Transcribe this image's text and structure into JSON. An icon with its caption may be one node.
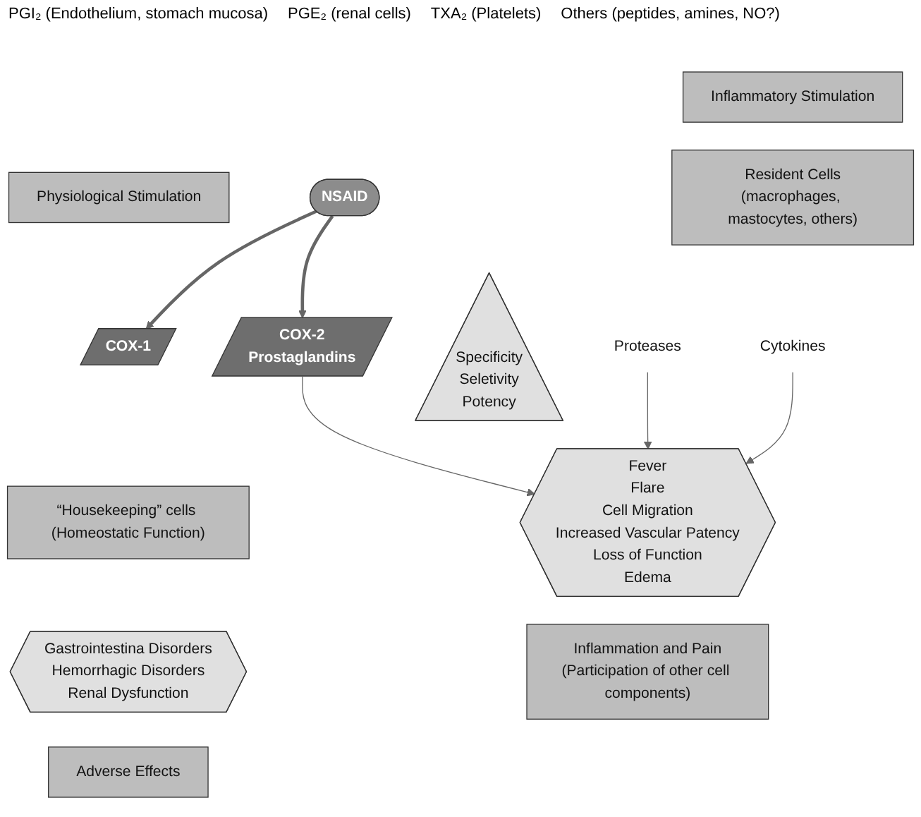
{
  "diagram": {
    "nodes": [
      {
        "text": [
          "Physiological Stimulation"
        ]
      },
      {
        "text": [
          "COX-1"
        ]
      },
      {
        "text": [
          "NSAID"
        ]
      },
      {
        "text": [
          "Inflammatory Stimulation"
        ]
      },
      {
        "text": [
          "Resident Cells",
          "(macrophages, mastocytes, others)"
        ]
      },
      {
        "text": [
          "COX-2",
          "Prostaglandins"
        ]
      },
      {
        "text": [
          "Cytokines"
        ]
      },
      {
        "text": [
          "Proteases"
        ]
      },
      {
        "text": [
          "Specificity",
          "Seletivity",
          "Potency"
        ]
      },
      {
        "text": [
          "“Housekeeping” cells (Homeostatic Function)"
        ]
      },
      {
        "text": [
          "Gastrointestina Disorders",
          "Hemorrhagic Disorders",
          "Renal Dysfunction"
        ]
      },
      {
        "text": [
          "Adverse Effects"
        ]
      },
      {
        "text": [
          "Fever",
          "Flare",
          "Cell Migration",
          "Increased Vascular Patency",
          "Loss of Function",
          "Edema"
        ]
      },
      {
        "text": [
          "Inflammation and Pain",
          "(Participation of other cell components)"
        ]
      }
    ],
    "edges": [
      {
        "from": 2,
        "to": 1,
        "arrow": "to",
        "style": "thick"
      },
      {
        "from": 2,
        "to": 5,
        "arrow": "to",
        "style": "thick"
      },
      {
        "from": 5,
        "to": 12,
        "arrow": "to"
      },
      {
        "from": 6,
        "to": 12,
        "arrow": "to"
      },
      {
        "from": 7,
        "to": 12,
        "arrow": "to"
      }
    ],
    "labels": [
      "PGI₂ (Endothelium, stomach mucosa)",
      "PGE₂ (renal cells)",
      "TXA₂ (Platelets)",
      "Others (peptides, amines, NO?)"
    ]
  }
}
